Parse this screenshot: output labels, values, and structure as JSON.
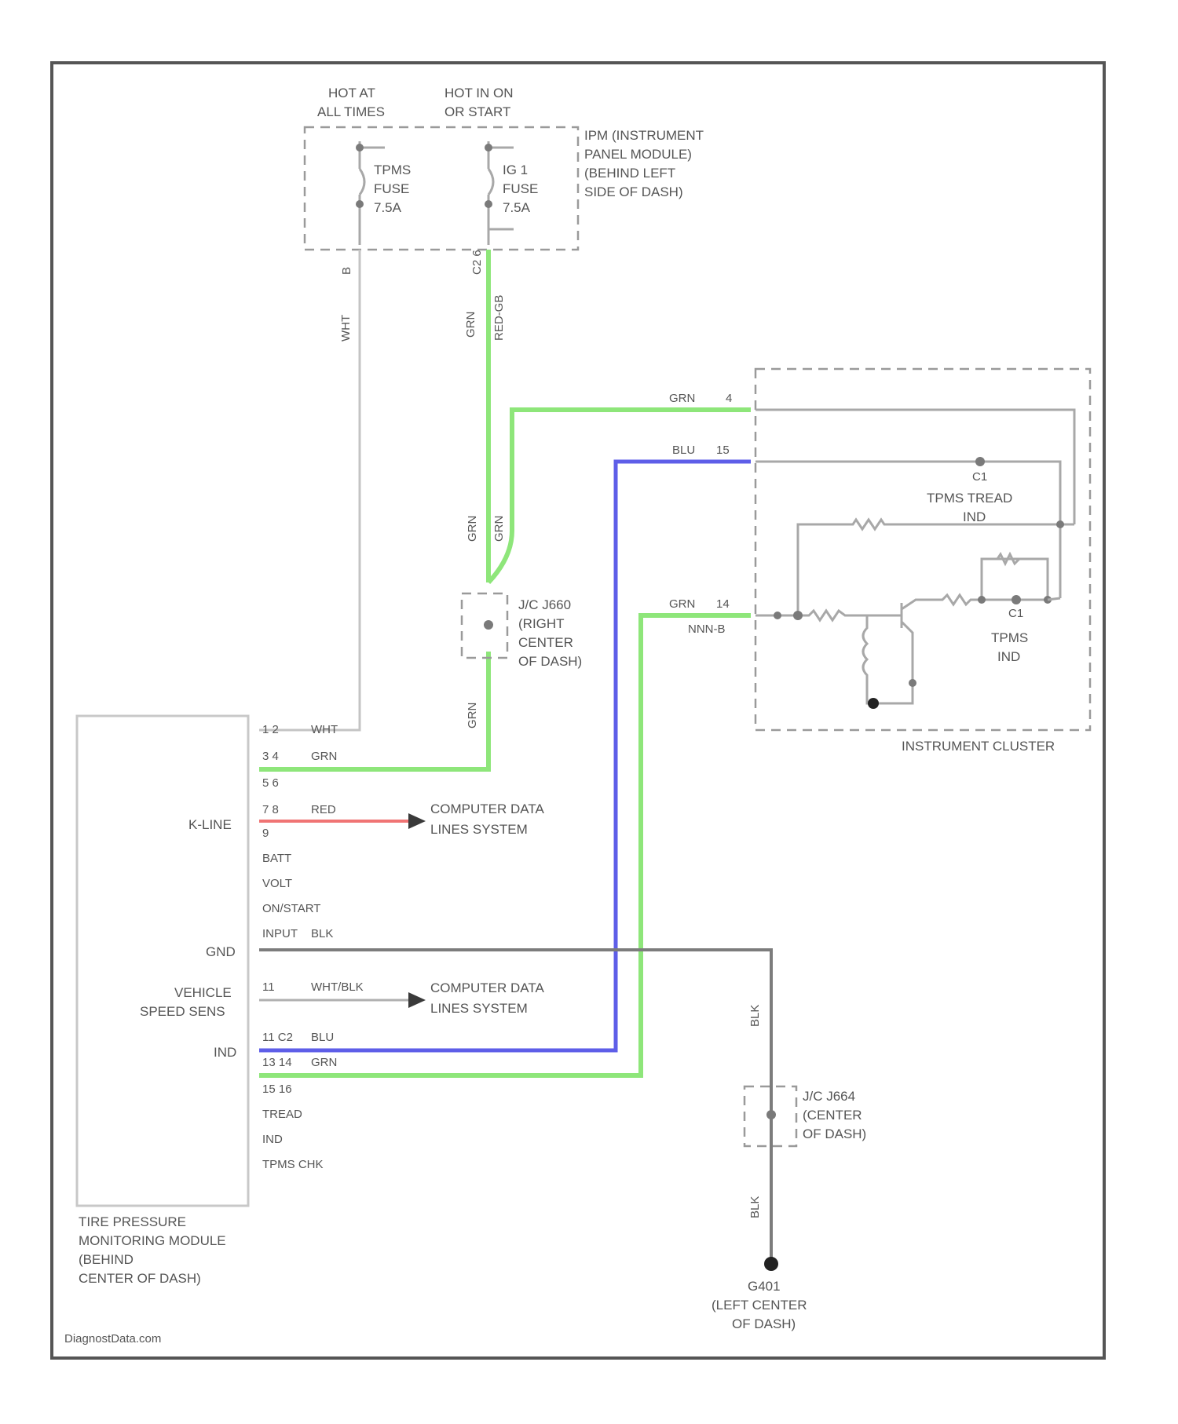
{
  "footer": {
    "watermark": "DiagnostData.com"
  },
  "ipm": {
    "hot_at_all_times": [
      "HOT AT",
      "ALL TIMES"
    ],
    "hot_in_on_start": [
      "HOT IN ON",
      "OR START"
    ],
    "title": [
      "IPM (INSTRUMENT",
      "PANEL MODULE)",
      "(BEHIND LEFT",
      "SIDE OF DASH)"
    ],
    "fuse_tpms": [
      "TPMS",
      "FUSE",
      "7.5A"
    ],
    "fuse_ig1": [
      "IG 1",
      "FUSE",
      "7.5A"
    ],
    "pin_left": "B",
    "pin_right": "C2 6",
    "wire_left": "WHT",
    "wire_right_a": "GRN",
    "wire_right_b": "RED-GB"
  },
  "cluster": {
    "title": "INSTRUMENT CLUSTER",
    "pin_top_color": "GRN",
    "pin_top_num": "4",
    "pin_mid_color": "BLU",
    "pin_mid_num": "15",
    "pin_bot_color": "GRN",
    "pin_bot_num": "14",
    "pin_bot_conn": "NNN-B",
    "tread_indicator": [
      "TPMS TREAD",
      "IND"
    ],
    "tpms_indicator": [
      "TPMS",
      "IND"
    ],
    "node_top": "C1",
    "node_bot": "C1"
  },
  "jc_right": {
    "title": [
      "J/C J660",
      "(RIGHT",
      "CENTER",
      "OF DASH)"
    ],
    "wire_top_a": "GRN",
    "wire_top_b": "GRN",
    "wire_bot": "GRN"
  },
  "jc_center": {
    "title": [
      "J/C J664",
      "(CENTER",
      "OF DASH)"
    ],
    "wire_top": "BLK",
    "wire_bot": "BLK"
  },
  "ground": {
    "title": [
      "G401",
      "(LEFT CENTER",
      "OF DASH)"
    ]
  },
  "tpms_module": {
    "title": [
      "TIRE PRESSURE",
      "MONITORING MODULE",
      "(BEHIND",
      "CENTER OF DASH)"
    ],
    "pins": [
      {
        "pin": "1 2",
        "color": "WHT"
      },
      {
        "pin": "3 4",
        "color": "GRN"
      },
      {
        "pin": "5 6",
        "color": ""
      },
      {
        "pin": "7 8",
        "color": "RED"
      },
      {
        "pin": "9",
        "color": ""
      },
      {
        "pin": "BATT",
        "color": ""
      },
      {
        "pin": "VOLT",
        "color": ""
      },
      {
        "pin": "ON/START",
        "color": ""
      },
      {
        "pin": "INPUT",
        "color": "BLK"
      },
      {
        "pin": "11",
        "color": "WHT/BLK"
      },
      {
        "pin": "11 C2",
        "color": "BLU"
      },
      {
        "pin": "13 14",
        "color": "GRN"
      },
      {
        "pin": "15 16",
        "color": ""
      },
      {
        "pin": "TREAD",
        "color": ""
      },
      {
        "pin": "IND",
        "color": ""
      },
      {
        "pin": "TPMS CHK",
        "color": ""
      }
    ],
    "label_kline": "K-LINE",
    "label_gnd": "GND",
    "label_vss": [
      "VEHICLE",
      "SPEED SENS"
    ],
    "label_ind": "IND"
  },
  "destinations": {
    "kline": [
      "COMPUTER DATA",
      "LINES SYSTEM"
    ],
    "vss": [
      "COMPUTER DATA",
      "LINES SYSTEM"
    ]
  }
}
